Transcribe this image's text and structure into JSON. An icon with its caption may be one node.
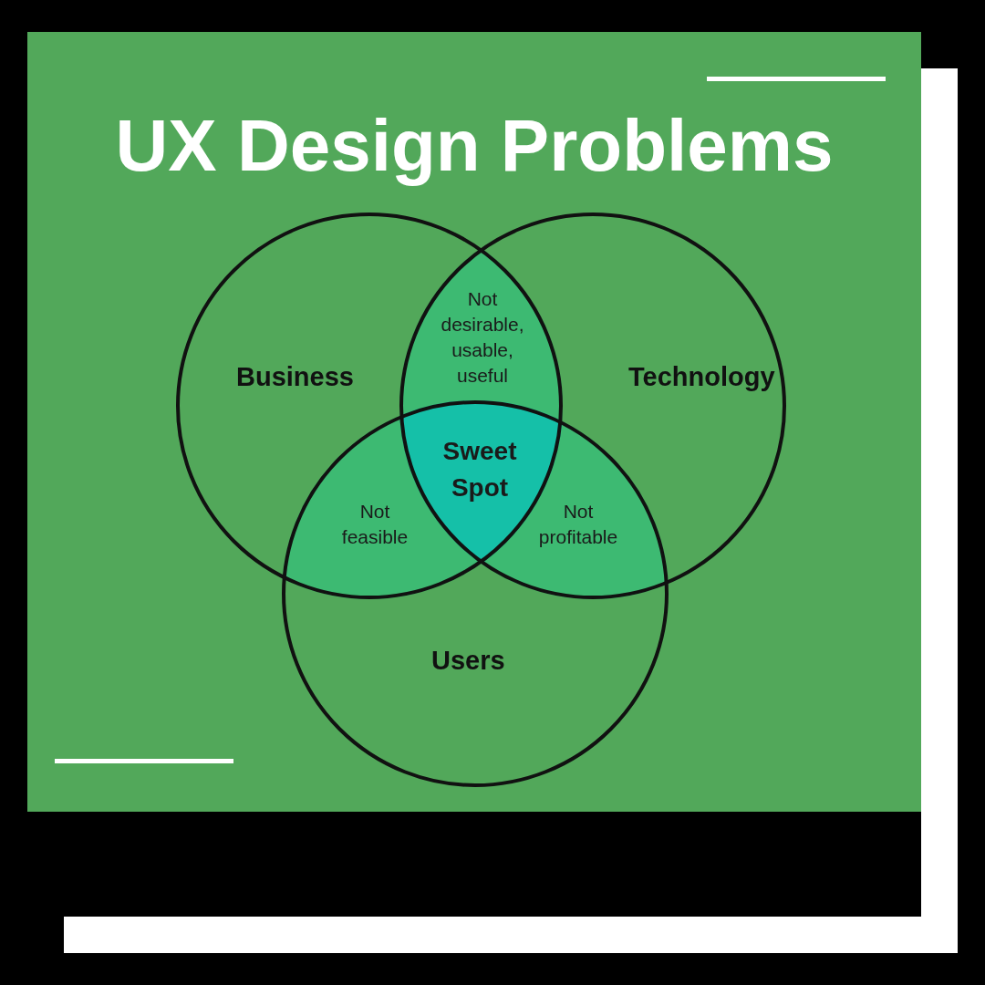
{
  "diagram": {
    "title": "UX Design Problems",
    "nodes": [
      {
        "text": [
          "Business"
        ]
      },
      {
        "text": [
          "Technology"
        ]
      },
      {
        "text": [
          "Users"
        ]
      },
      {
        "text": [
          "Not desirable, usable, useful"
        ]
      },
      {
        "text": [
          "Not feasible"
        ]
      },
      {
        "text": [
          "Not profitable"
        ]
      },
      {
        "text": [
          "Sweet Spot"
        ]
      }
    ],
    "edges": []
  }
}
